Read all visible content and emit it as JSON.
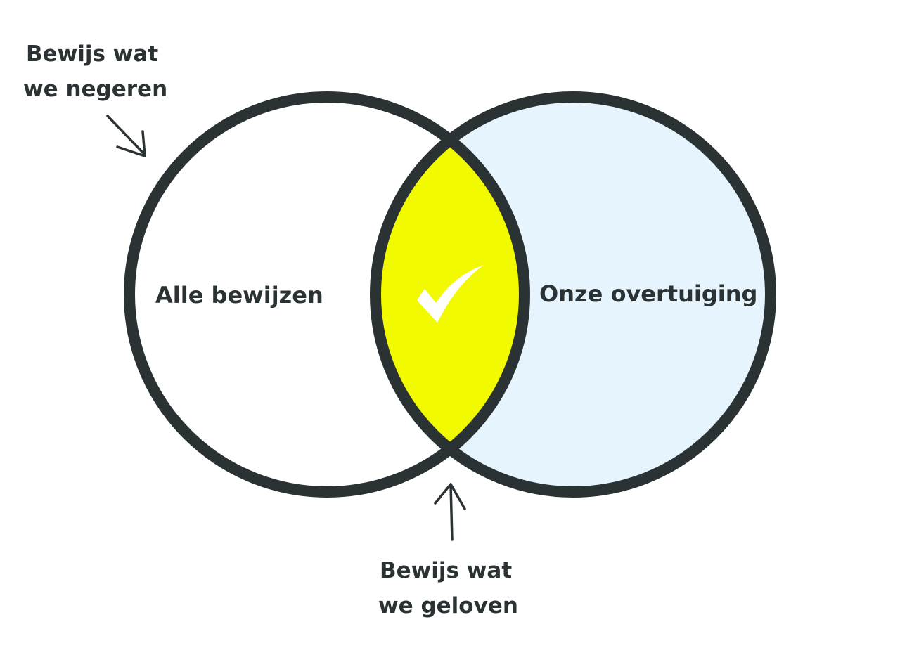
{
  "labels": {
    "all_evidence": "Alle bewijzen",
    "our_belief": "Onze overtuiging",
    "ignored_line1": "Bewijs wat",
    "ignored_line2": "we negeren",
    "believed_line1": "Bewijs wat",
    "believed_line2": "we geloven"
  },
  "icons": {
    "intersection": "checkmark-icon",
    "arrow_top_left": "arrow-down-right-icon",
    "arrow_bottom": "arrow-up-icon"
  },
  "colors": {
    "outline": "#2b3233",
    "left_fill": "#ffffff",
    "right_fill": "#e6f4fe",
    "intersection_fill": "#f2fa00",
    "text": "#2b3233",
    "check": "#ffffff"
  }
}
